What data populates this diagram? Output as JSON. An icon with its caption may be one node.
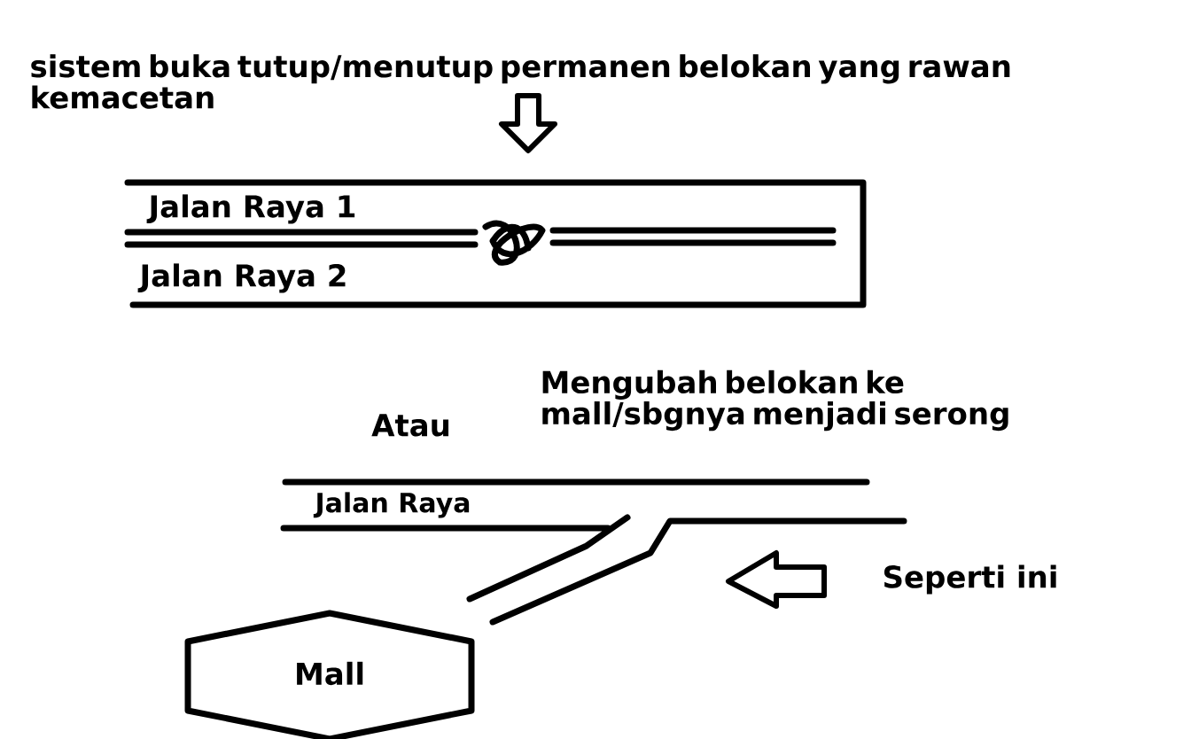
{
  "diagram": {
    "nodes": [
      {
        "text": [
          "Mall"
        ]
      }
    ],
    "labels": [
      "sistem buka tutup/menutup permanen belokan yang rawan kemacetan",
      "Jalan Raya 1",
      "Jalan Raya 2",
      "Mengubah belokan ke mall/sbgnya menjadi serong",
      "Atau",
      "Jalan Raya",
      "Seperti ini"
    ]
  }
}
